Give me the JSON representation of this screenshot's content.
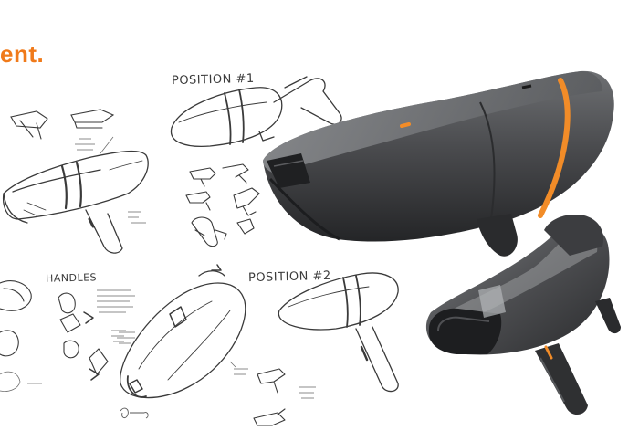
{
  "header": {
    "title_fragment": "ent.",
    "accent_color": "#f07a1a"
  },
  "sketch_labels": {
    "position_1": "POSITION #1",
    "position_2": "POSITION #2",
    "handles": "HANDLES"
  },
  "palette": {
    "render_body": "#3a3b3d",
    "render_highlight": "#8a8c8f",
    "render_accent": "#f28c28",
    "sketch_ink": "#3a3a3a"
  },
  "icons": [
    "handheld-vacuum-sketch",
    "handheld-vacuum-render"
  ]
}
